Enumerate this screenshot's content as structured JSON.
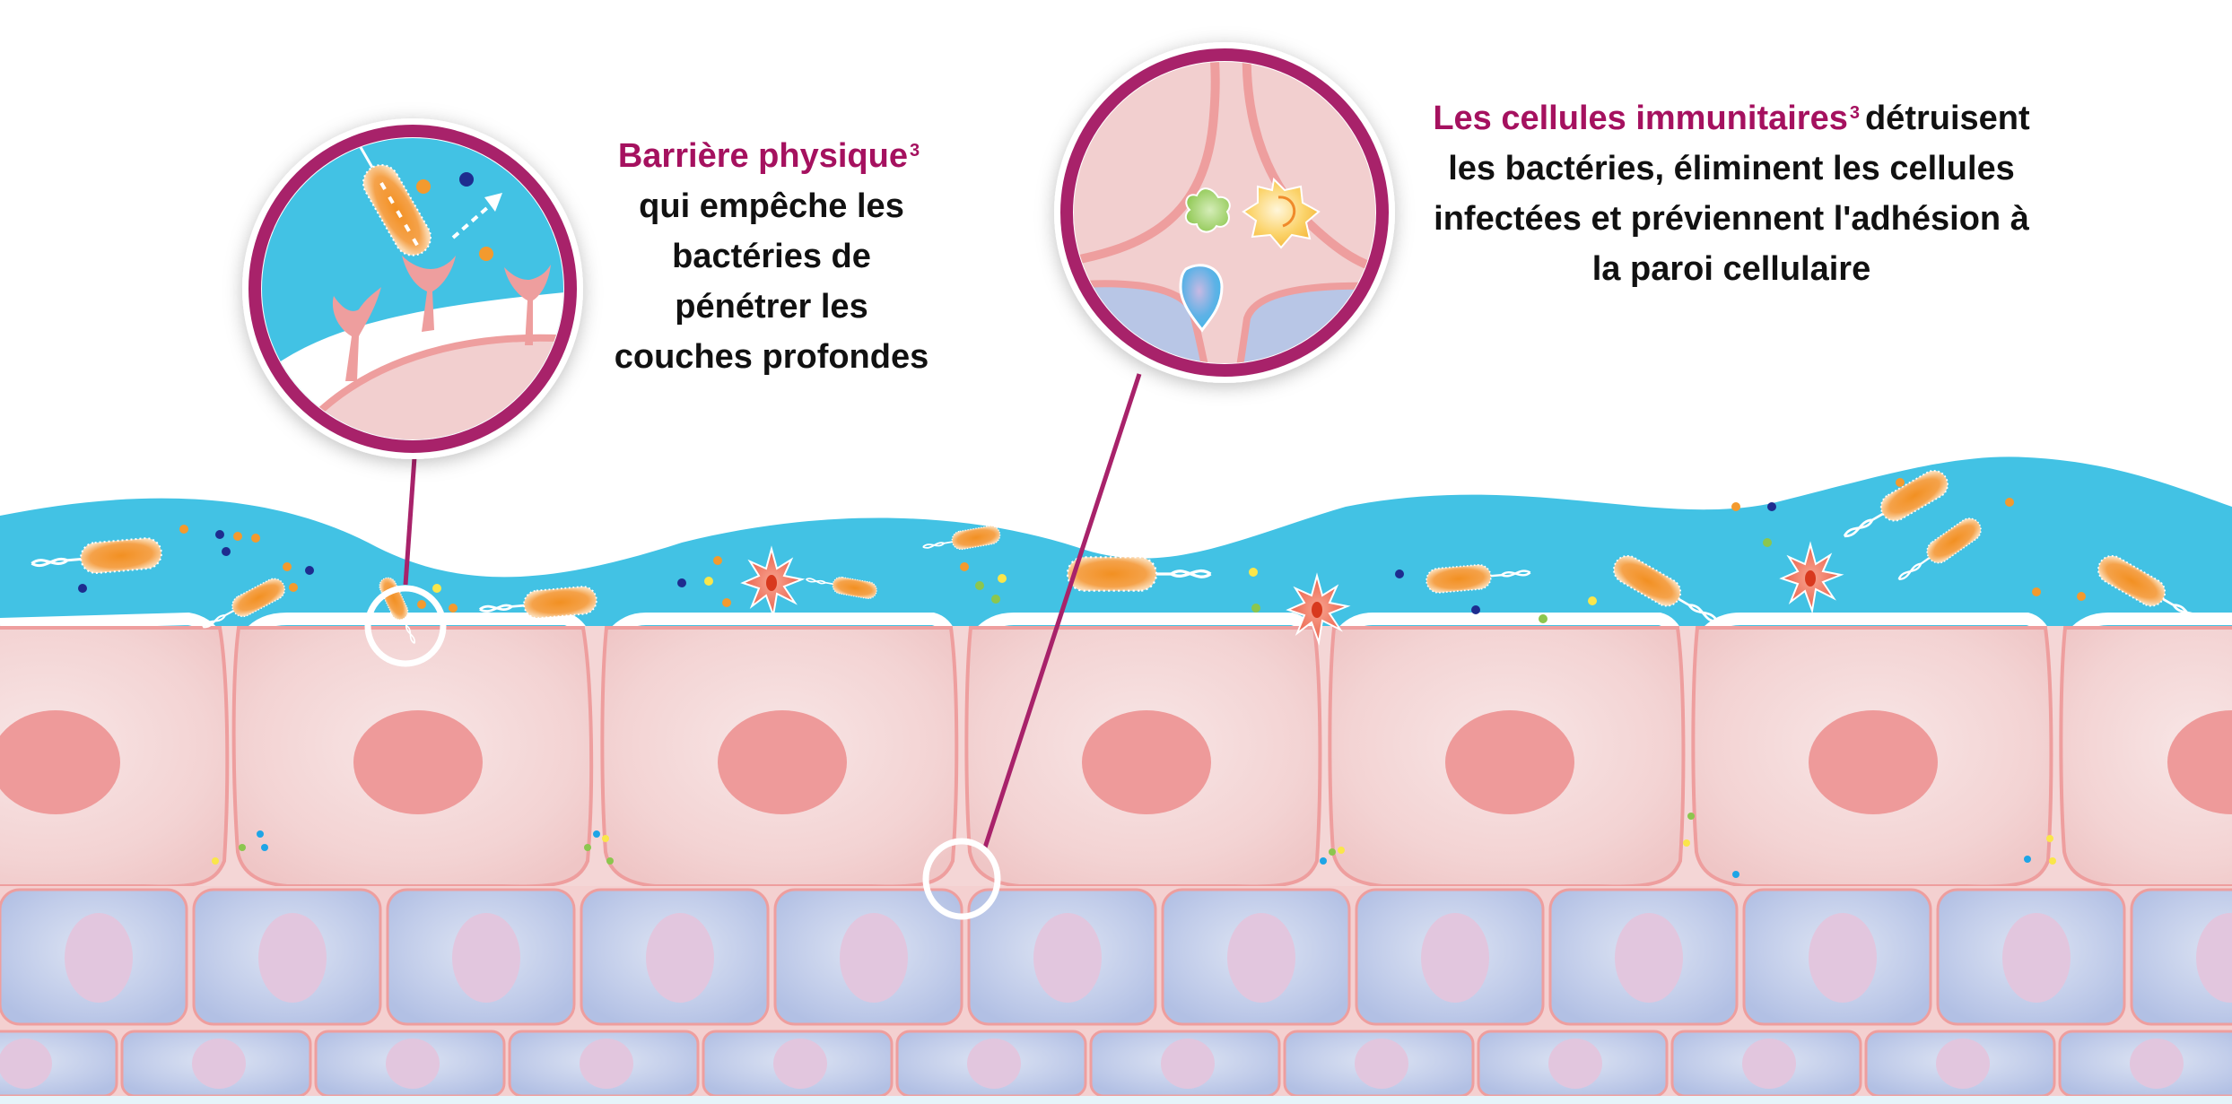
{
  "diagram": {
    "title": "Epithelial barrier and immune defense against bacteria",
    "colors": {
      "accent_magenta": "#A5115F",
      "callout_ring": "#A8226A",
      "mucus_blue": "#42C2E4",
      "epithelial_pink": "#F2CFCF",
      "nucleus_pink": "#EE9A9A",
      "basal_blue": "#B8C6E6",
      "basal_nucleus": "#E2C6DE",
      "bacteria_orange": "#F39A2E",
      "immune_red": "#EE6A55"
    },
    "callouts": [
      {
        "id": "barrier",
        "highlight_label": "Barrière physique",
        "superscript": "3",
        "text_lines": [
          "qui empêche les",
          "bactéries de",
          "pénétrer les",
          "couches profondes"
        ],
        "inset_icon": "bacterium-adhering-to-cell-receptors"
      },
      {
        "id": "immune",
        "highlight_label": "Les cellules immunitaires",
        "superscript": "3",
        "first_line_rest": "détruisent",
        "text_lines": [
          "les bactéries, éliminent les cellules",
          "infectées et préviennent l'adhésion à",
          "la paroi cellulaire"
        ],
        "inset_icon": "immune-cells-between-epithelial-cells"
      }
    ],
    "layers": [
      {
        "name": "mucus-layer",
        "contents": [
          "bacteria",
          "immune-cells",
          "particles"
        ]
      },
      {
        "name": "epithelial-cell-layer",
        "cell_count": 7
      },
      {
        "name": "basal-cell-layer-1",
        "cell_count": 12
      },
      {
        "name": "basal-cell-layer-2",
        "cell_count": 12
      }
    ]
  }
}
